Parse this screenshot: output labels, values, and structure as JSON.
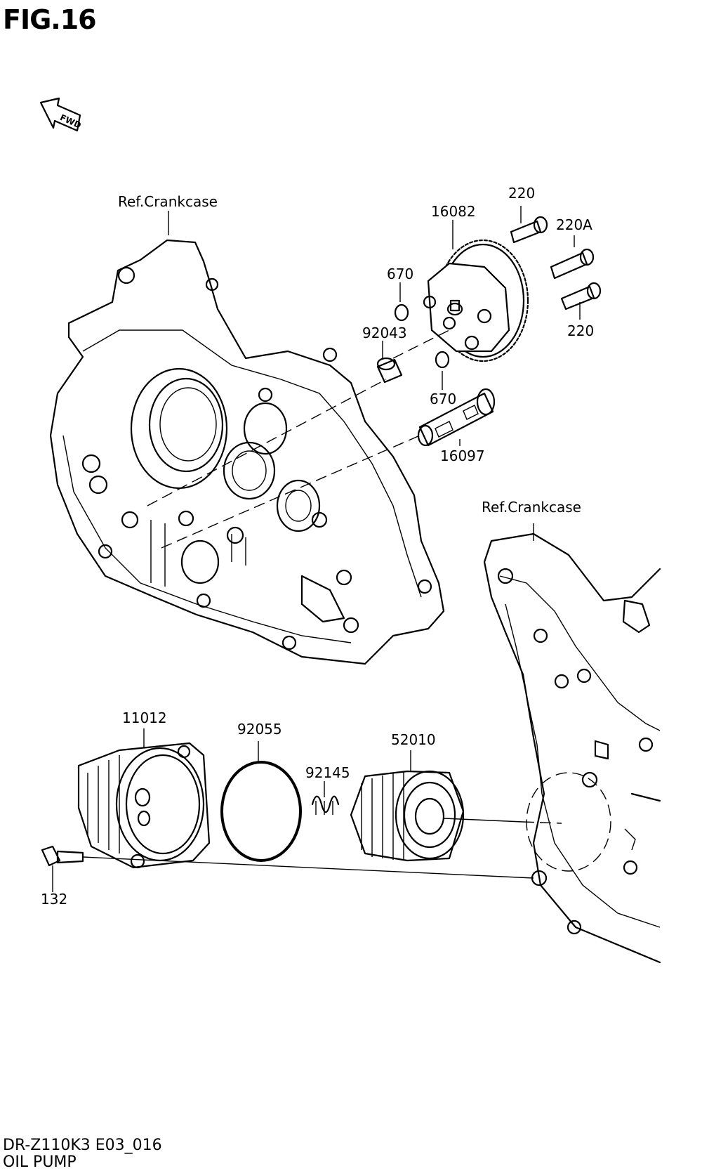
{
  "figure": {
    "title": "FIG.16"
  },
  "fwd_arrow": {
    "label": "FWD",
    "icon": "fwd-arrow-icon"
  },
  "labels": {
    "ref_crankcase_left": "Ref.Crankcase",
    "ref_crankcase_right": "Ref.Crankcase",
    "p220_top": "220",
    "p16082": "16082",
    "p220a": "220A",
    "p670_top": "670",
    "p220_bottom": "220",
    "p92043": "92043",
    "p670_bottom": "670",
    "p16097": "16097",
    "p11012": "11012",
    "p92055": "92055",
    "p52010": "52010",
    "p92145": "92145",
    "p132": "132"
  },
  "footer": {
    "model_code": "DR-Z110K3 E03_016",
    "section_name": "OIL PUMP"
  }
}
